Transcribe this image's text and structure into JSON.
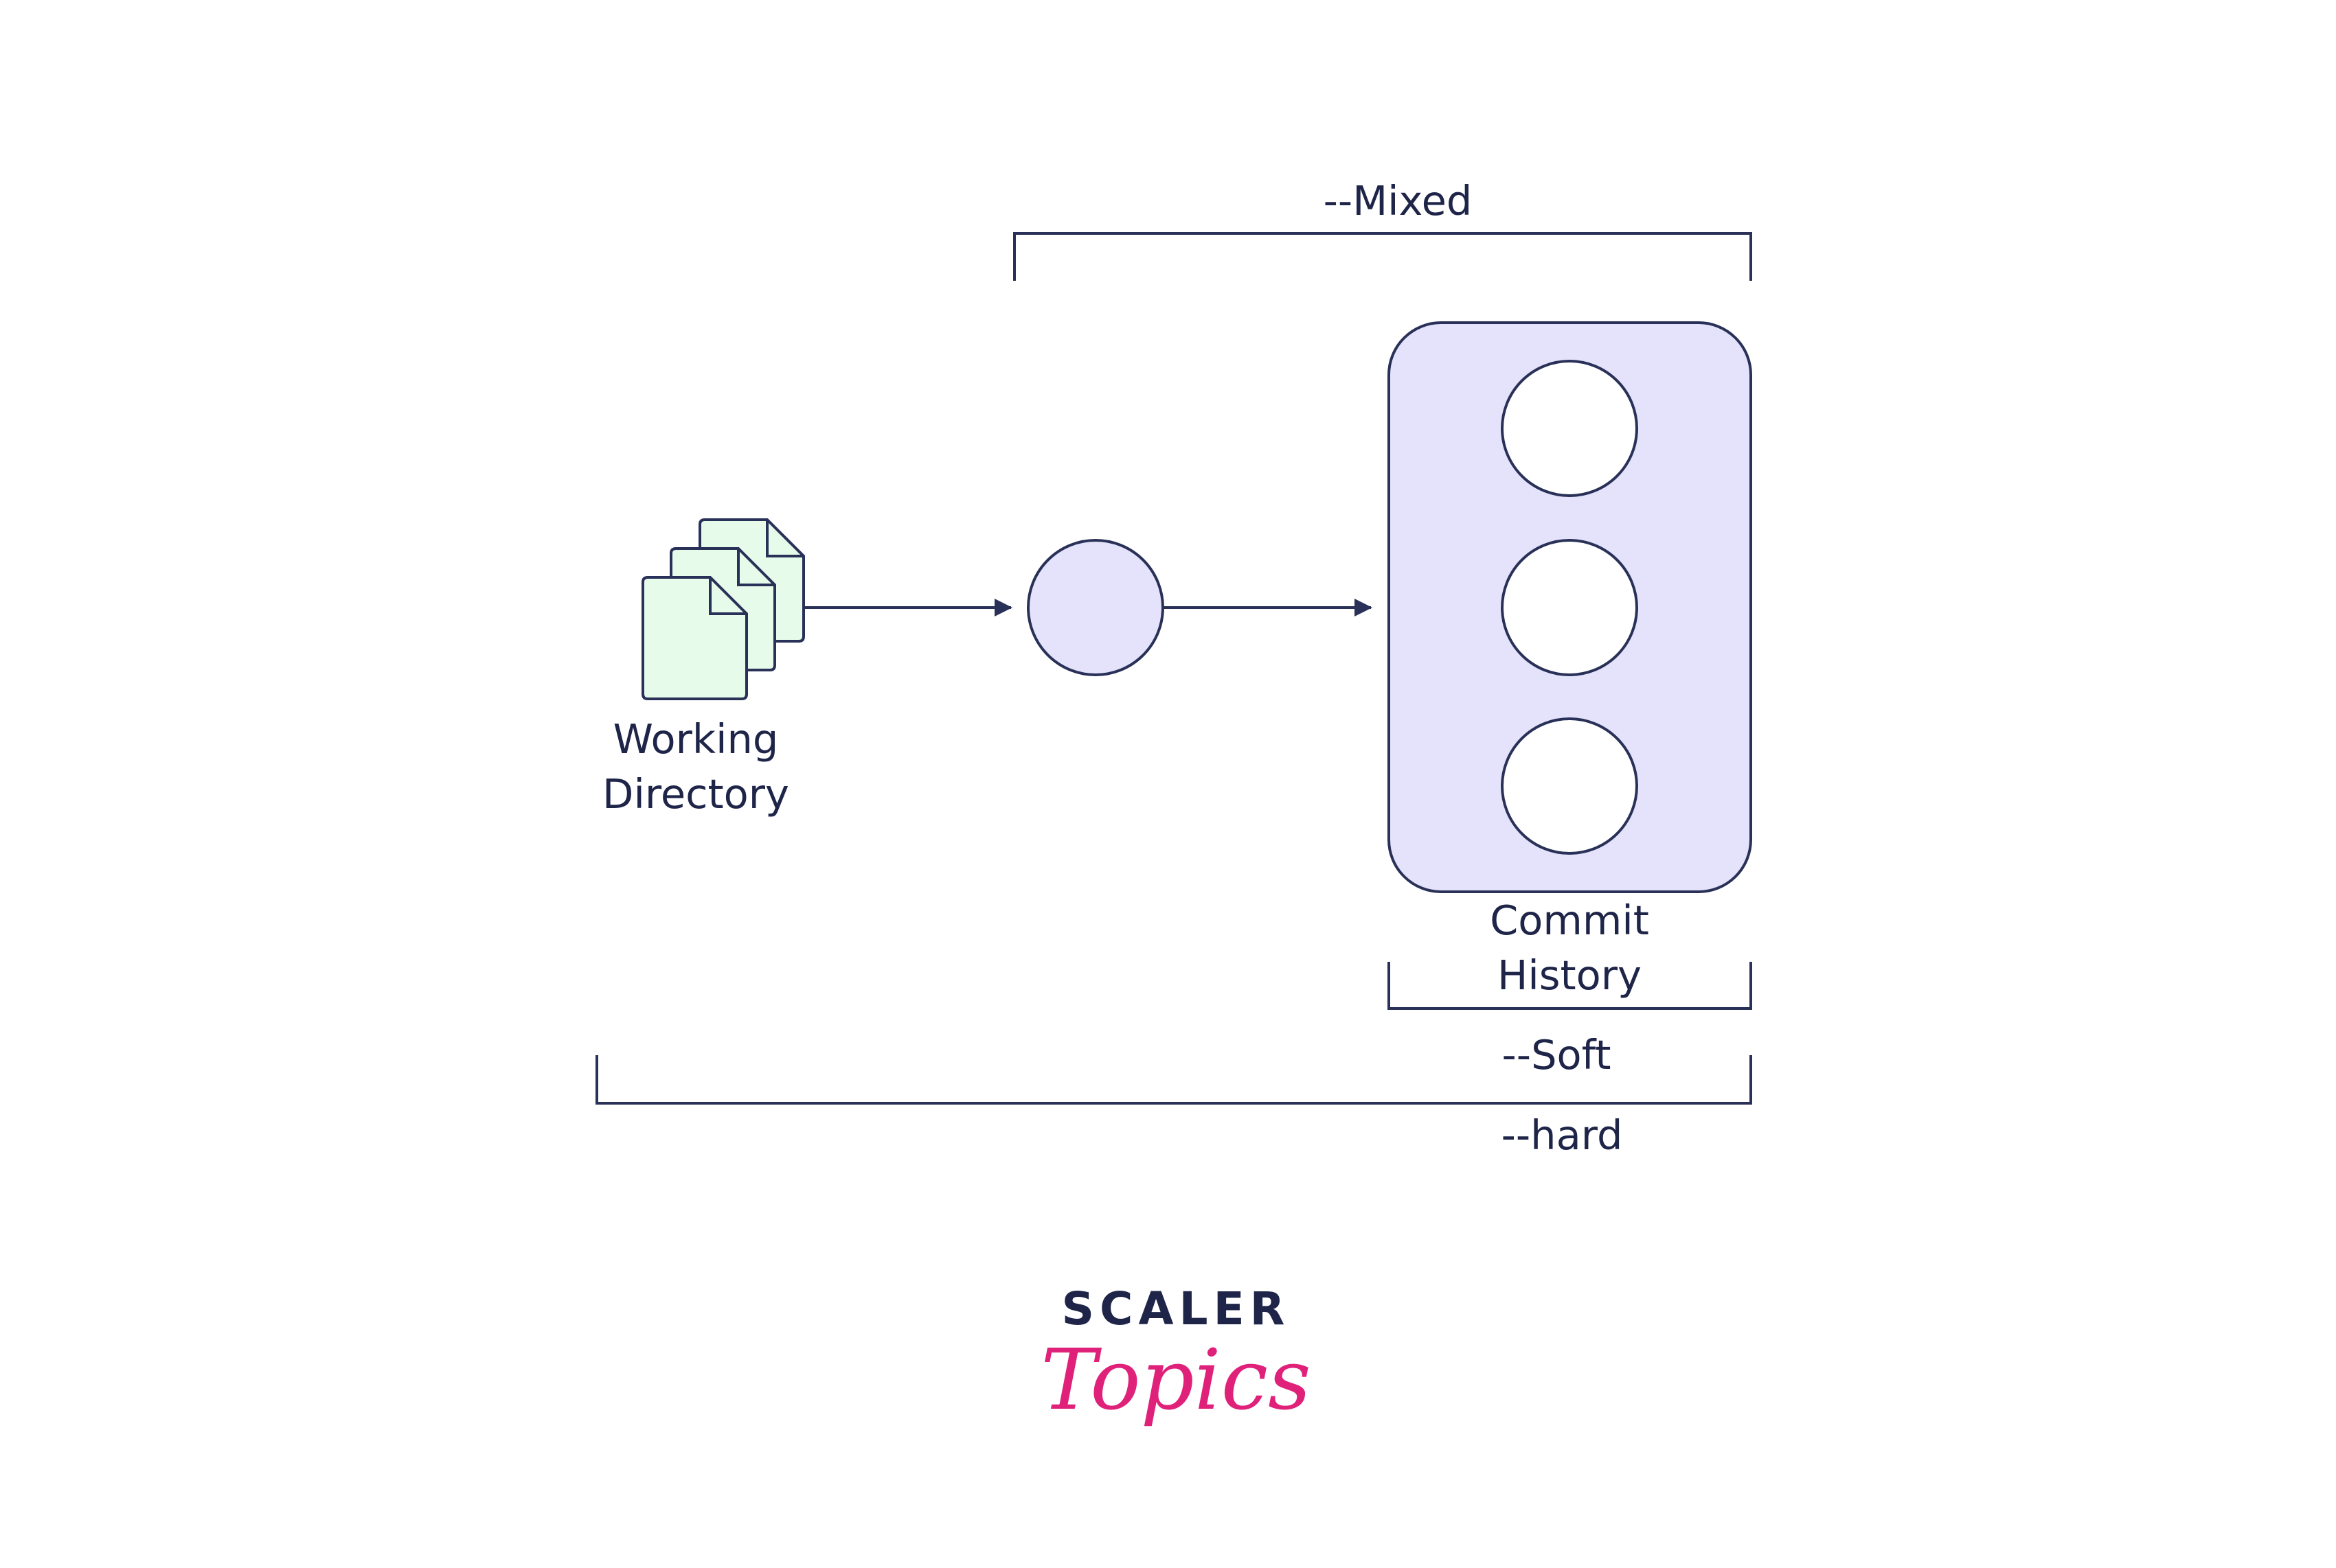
{
  "labels": {
    "mixed": "--Mixed",
    "working_directory_line1": "Working",
    "working_directory_line2": "Directory",
    "commit_history_line1": "Commit",
    "commit_history_line2": "History",
    "soft": "--Soft",
    "hard": "--hard"
  },
  "logo": {
    "top": "SCALER",
    "bottom": "Topics"
  },
  "colors": {
    "stroke": "#2a3158",
    "file_fill": "#e6fbea",
    "stage_fill": "#e5e3fb",
    "commit_fill": "#ffffff",
    "logo_dark": "#1e2548",
    "logo_accent": "#e0217a"
  }
}
